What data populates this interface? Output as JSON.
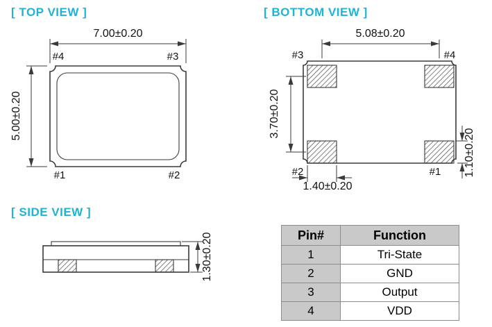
{
  "colors": {
    "accent": "#1fb3d4",
    "line": "#3a3a3a",
    "table_border": "#8c8c8c",
    "table_header_bg": "#c9c9c9"
  },
  "top_view": {
    "label": "[ TOP VIEW ]",
    "dim_width": "7.00±0.20",
    "dim_height": "5.00±0.20",
    "pins": {
      "top_left": "#4",
      "top_right": "#3",
      "bottom_left": "#1",
      "bottom_right": "#2"
    }
  },
  "bottom_view": {
    "label": "[ BOTTOM VIEW ]",
    "dim_pad_pitch_x": "5.08±0.20",
    "dim_pad_pitch_y": "3.70±0.20",
    "dim_pad_width": "1.40±0.20",
    "dim_pad_height": "1.10±0.20",
    "pins": {
      "top_left": "#3",
      "top_right": "#4",
      "bottom_left": "#2",
      "bottom_right": "#1"
    }
  },
  "side_view": {
    "label": "[ SIDE VIEW ]",
    "dim_height": "1.30±0.20"
  },
  "pin_table": {
    "headers": [
      "Pin#",
      "Function"
    ],
    "rows": [
      {
        "pin": "1",
        "function": "Tri-State"
      },
      {
        "pin": "2",
        "function": "GND"
      },
      {
        "pin": "3",
        "function": "Output"
      },
      {
        "pin": "4",
        "function": "VDD"
      }
    ]
  }
}
